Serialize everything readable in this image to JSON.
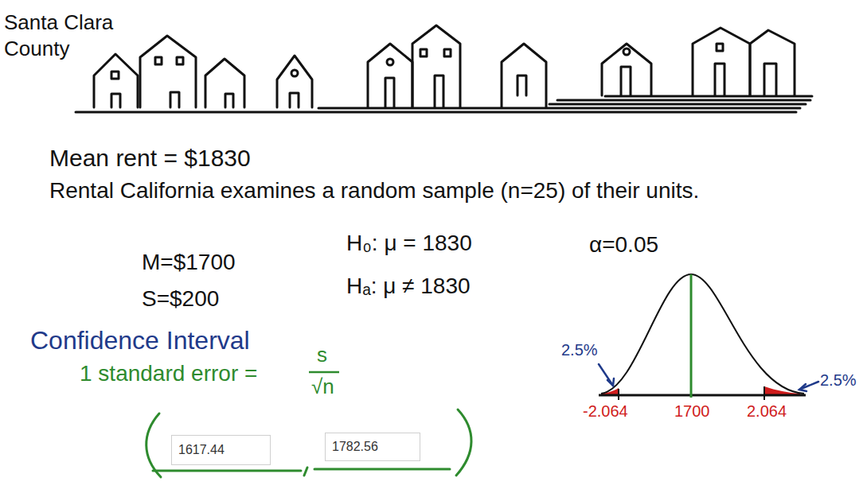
{
  "diagram": {
    "nodes": [
      {
        "text": [
          "1617.44"
        ]
      },
      {
        "text": [
          "1782.56"
        ]
      }
    ],
    "labels": [
      "Santa Clara County",
      "Mean rent = $1830",
      "Rental California examines a random sample (n=25) of their units.",
      "M=$1700",
      "S=$200",
      "H₀: μ = 1830",
      "Hₐ: μ ≠ 1830",
      "α=0.05",
      "Confidence Interval",
      "1 standard error =",
      "s",
      "√n",
      "2.5%",
      "2.5%",
      "-2.064",
      "1700",
      "2.064"
    ]
  }
}
